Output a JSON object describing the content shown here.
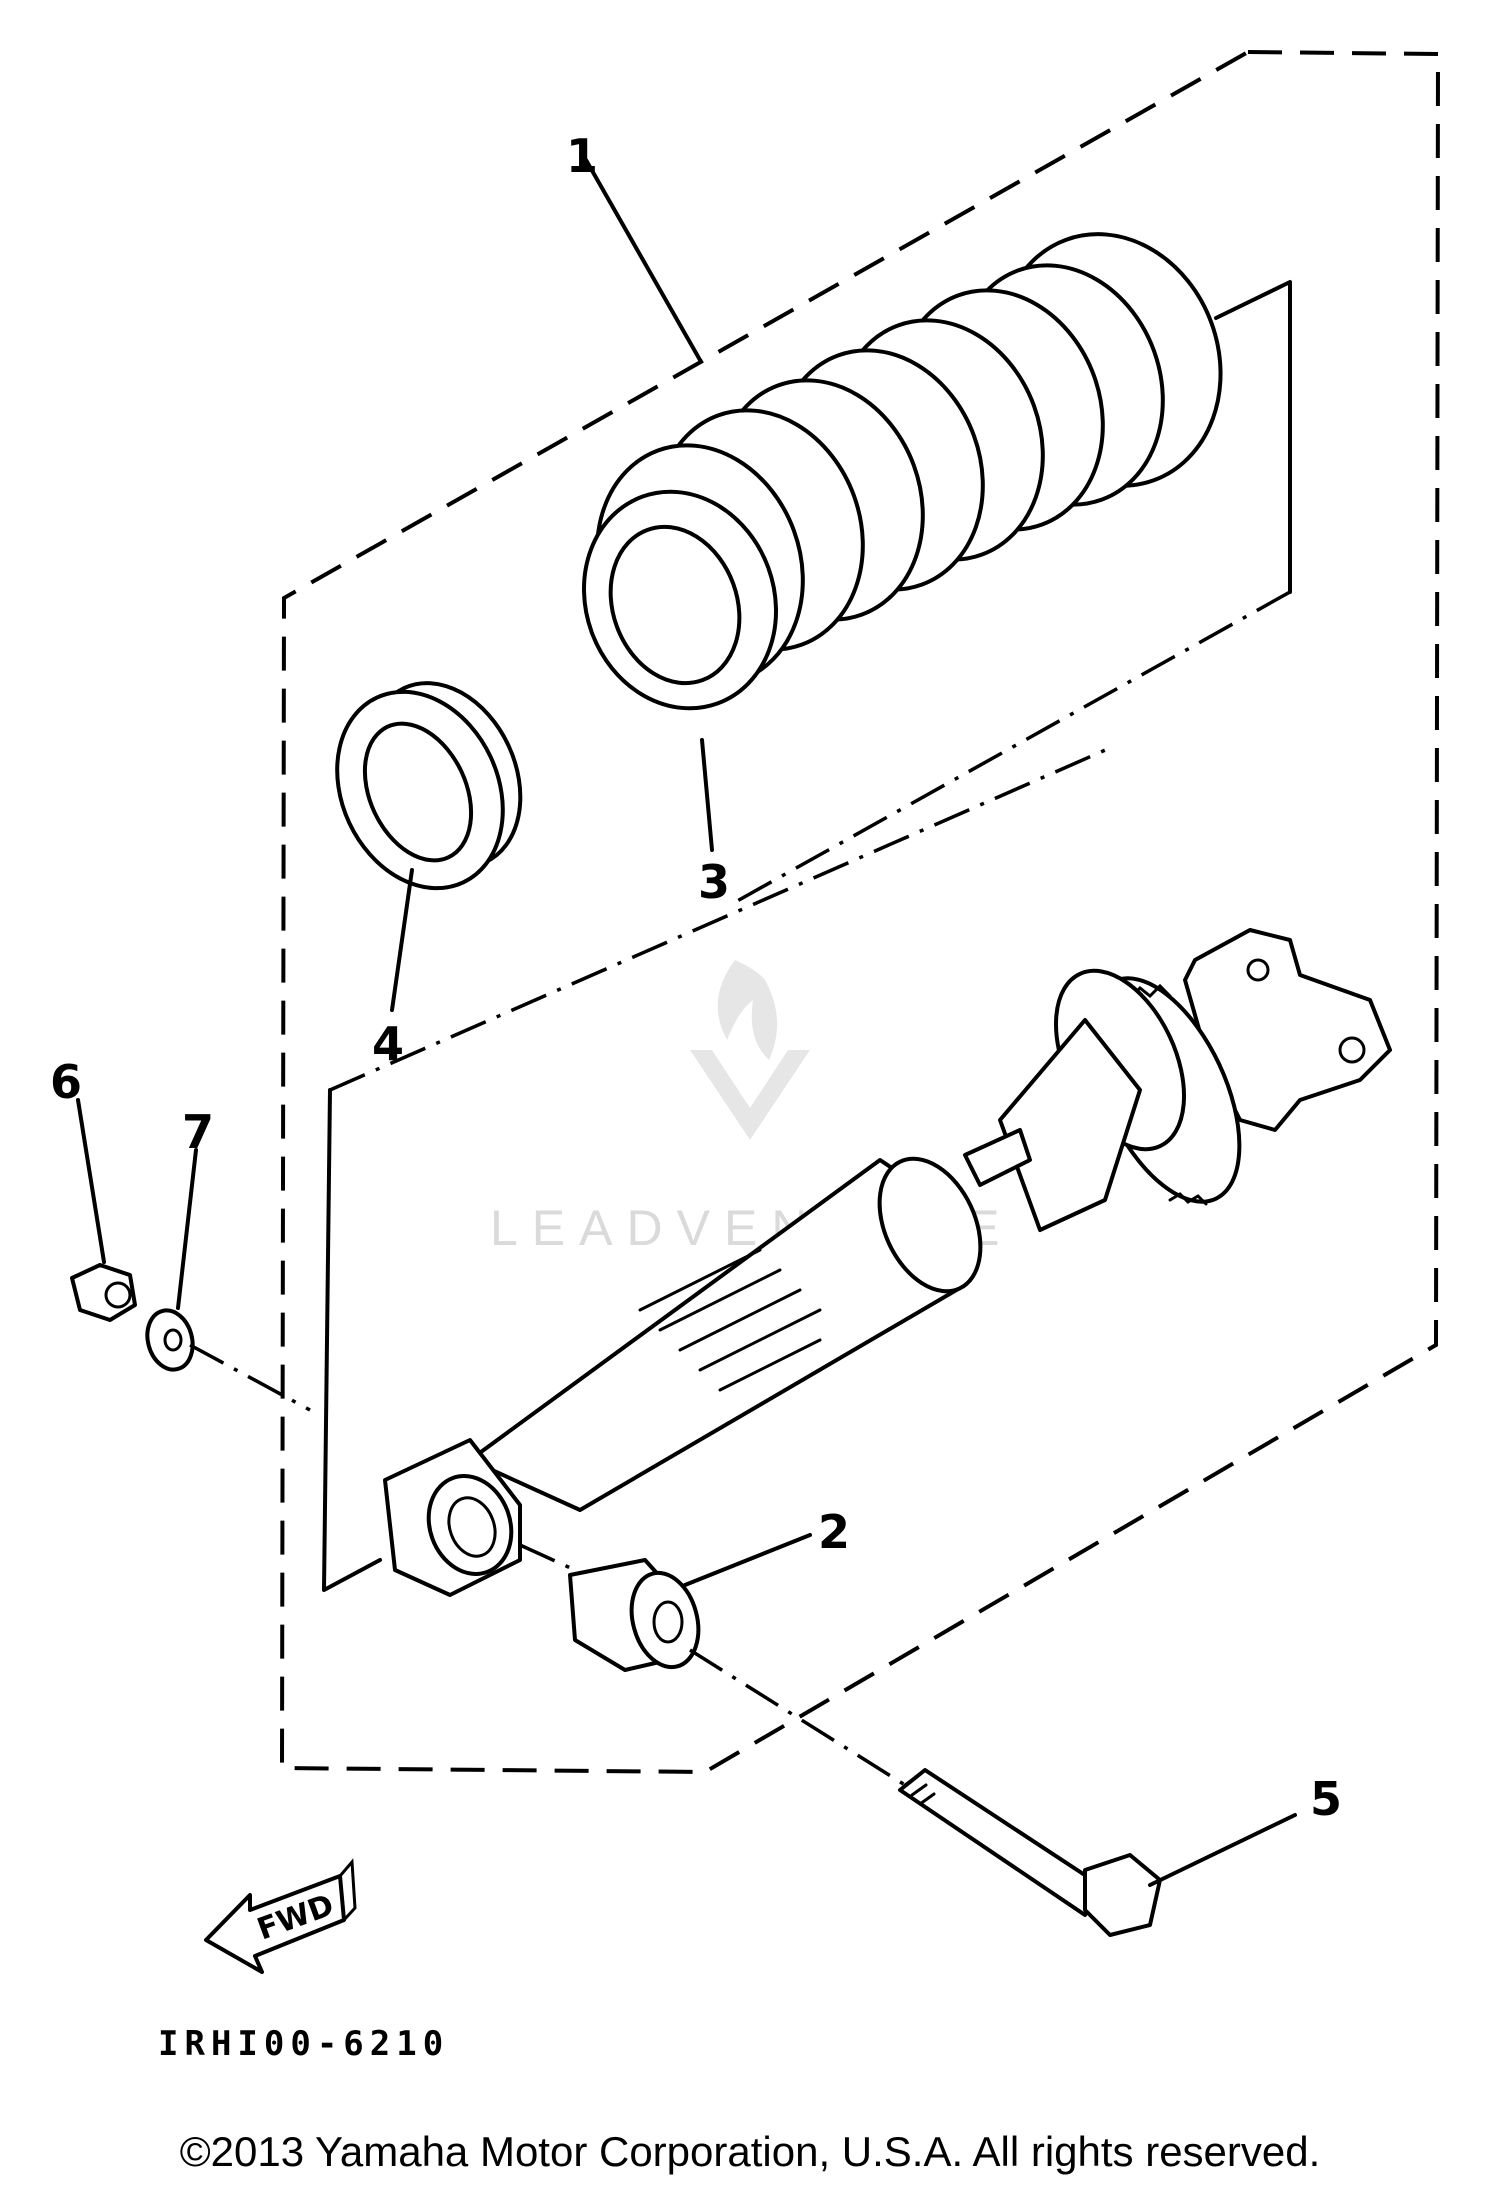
{
  "diagram": {
    "callouts": [
      {
        "id": "1",
        "label": "1"
      },
      {
        "id": "2",
        "label": "2"
      },
      {
        "id": "3",
        "label": "3"
      },
      {
        "id": "4",
        "label": "4"
      },
      {
        "id": "5",
        "label": "5"
      },
      {
        "id": "6",
        "label": "6"
      },
      {
        "id": "7",
        "label": "7"
      }
    ],
    "fwd_label": "FWD",
    "diagram_code": "IRHI00-6210",
    "watermark": "LEADVENTURE",
    "copyright": "©2013 Yamaha Motor Corporation, U.S.A. All rights reserved."
  }
}
